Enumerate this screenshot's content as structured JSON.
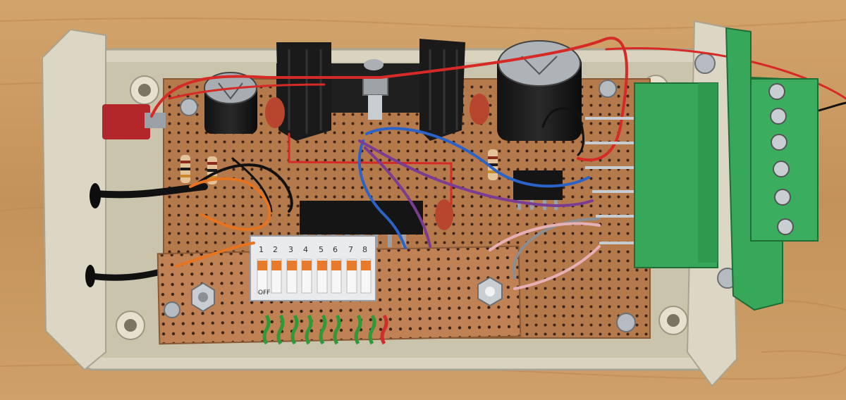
{
  "photo": {
    "subject": "Circuit board in enclosure",
    "colors": {
      "wood": "#c99a62",
      "enclosure": "#d9d3bf",
      "board": "#b57a4c",
      "terminal": "#37a85a",
      "heatsink": "#1f1f1f"
    }
  },
  "dip_switch": {
    "numbers": [
      "1",
      "2",
      "3",
      "4",
      "5",
      "6",
      "7",
      "8"
    ],
    "off_label": "OFF"
  }
}
